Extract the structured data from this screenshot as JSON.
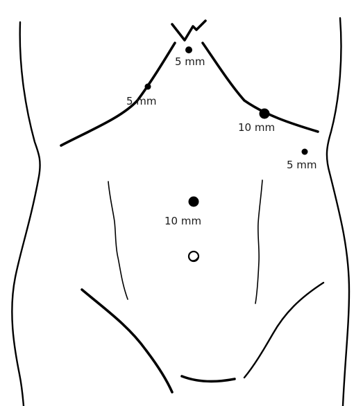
{
  "ports": [
    {
      "label": "5 mm"
    },
    {
      "label": "5 mm"
    },
    {
      "label": "10 mm"
    },
    {
      "label": "5 mm"
    },
    {
      "label": "10 mm"
    }
  ]
}
